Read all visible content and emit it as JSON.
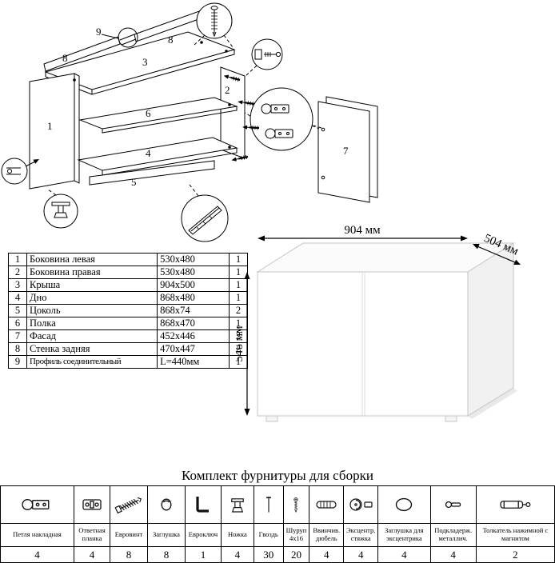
{
  "exploded": {
    "labels": {
      "n1": "1",
      "n2": "2",
      "n3": "3",
      "n4": "4",
      "n5": "5",
      "n6": "6",
      "n7": "7",
      "n8a": "8",
      "n8b": "8",
      "n9": "9"
    }
  },
  "dimensions": {
    "width": "904 мм",
    "depth": "504 мм",
    "height": "546 мм"
  },
  "parts": {
    "rows": [
      {
        "num": "1",
        "name": "Боковина левая",
        "size": "530x480",
        "qty": "1"
      },
      {
        "num": "2",
        "name": "Боковина правая",
        "size": "530x480",
        "qty": "1"
      },
      {
        "num": "3",
        "name": "Крыша",
        "size": "904x500",
        "qty": "1"
      },
      {
        "num": "4",
        "name": "Дно",
        "size": "868x480",
        "qty": "1"
      },
      {
        "num": "5",
        "name": "Цоколь",
        "size": "868x74",
        "qty": "2"
      },
      {
        "num": "6",
        "name": "Полка",
        "size": "868x470",
        "qty": "1"
      },
      {
        "num": "7",
        "name": "Фасад",
        "size": "452x446",
        "qty": "2"
      },
      {
        "num": "8",
        "name": "Стенка задняя",
        "size": "470x447",
        "qty": "2"
      },
      {
        "num": "9",
        "name": "Профиль соединительный",
        "size": "L=440мм",
        "qty": "1"
      }
    ]
  },
  "hardware": {
    "title": "Комплект фурнитуры для сборки",
    "items": [
      {
        "name": "Петля накладная",
        "qty": "4"
      },
      {
        "name": "Ответная планка",
        "qty": "4"
      },
      {
        "name": "Евровинт",
        "qty": "8"
      },
      {
        "name": "Заглушка",
        "qty": "8"
      },
      {
        "name": "Евроключ",
        "qty": "1"
      },
      {
        "name": "Ножка",
        "qty": "4"
      },
      {
        "name": "Гвоздь",
        "qty": "30"
      },
      {
        "name": "Шуруп 4x16",
        "qty": "20"
      },
      {
        "name": "Ввинчив. дюбель",
        "qty": "4"
      },
      {
        "name": "Эксцентр. стяжка",
        "qty": "4"
      },
      {
        "name": "Заглушка для эксцентрика",
        "qty": "4"
      },
      {
        "name": "Подкладерж. металлич.",
        "qty": "4"
      },
      {
        "name": "Толкатель нажимной с магнитом",
        "qty": "2"
      }
    ]
  }
}
